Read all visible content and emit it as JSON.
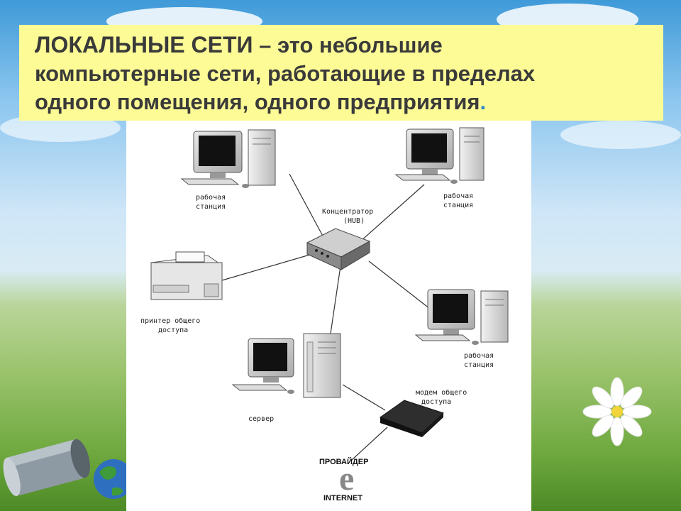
{
  "title": {
    "lead": "ЛОКАЛЬНЫЕ СЕТИ",
    "line1_rest": " – это небольшие",
    "line2": "компьютерные сети,  работающие в пределах",
    "line3": "одного помещения, одного предприятия",
    "end": "."
  },
  "diagram": {
    "hub_label_1": "Концентратор",
    "hub_label_2": "(HUB)",
    "ws1_label_1": "рабочая",
    "ws1_label_2": "станция",
    "ws2_label_1": "рабочая",
    "ws2_label_2": "станция",
    "ws3_label_1": "рабочая",
    "ws3_label_2": "станция",
    "printer_label_1": "принтер общего",
    "printer_label_2": "доступа",
    "server_label": "сервер",
    "modem_label_1": "модем общего",
    "modem_label_2": "доступа",
    "provider_label": "ПРОВАЙДЕР",
    "internet_label": "INTERNET",
    "internet_glyph": "e"
  },
  "colors": {
    "title_bg": "#fdfb96",
    "title_text": "#3a3a3a",
    "accent": "#2a86c8"
  }
}
